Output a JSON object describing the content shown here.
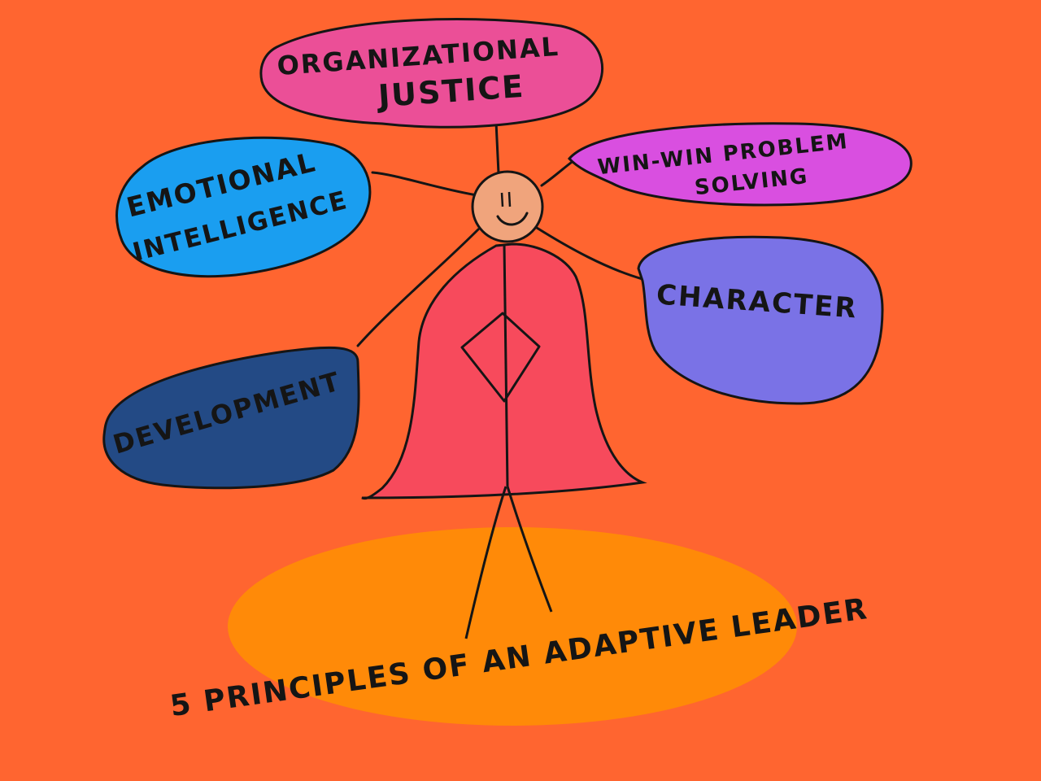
{
  "background_color": "#ff6530",
  "bubbles": {
    "organizational_justice": {
      "line1": "ORGANIZATIONAL",
      "line2": "JUSTICE",
      "color": "#eb4f97"
    },
    "emotional_intelligence": {
      "line1": "EMOTIONAL",
      "line2": "INTELLIGENCE",
      "color": "#1a9ef0"
    },
    "win_win": {
      "line1": "WIN-WIN PROBLEM",
      "line2": "SOLVING",
      "color": "#d94fe0"
    },
    "character": {
      "label": "CHARACTER",
      "color": "#7a72e6"
    },
    "development": {
      "label": "DEVELOPMENT",
      "color": "#234a85"
    }
  },
  "figure": {
    "head_color": "#f0a47c",
    "cape_color": "#f74a5c",
    "line_color": "#151515"
  },
  "footer": {
    "title": "5 PRINCIPLES OF AN ADAPTIVE LEADER",
    "color": "#ff8a08"
  }
}
